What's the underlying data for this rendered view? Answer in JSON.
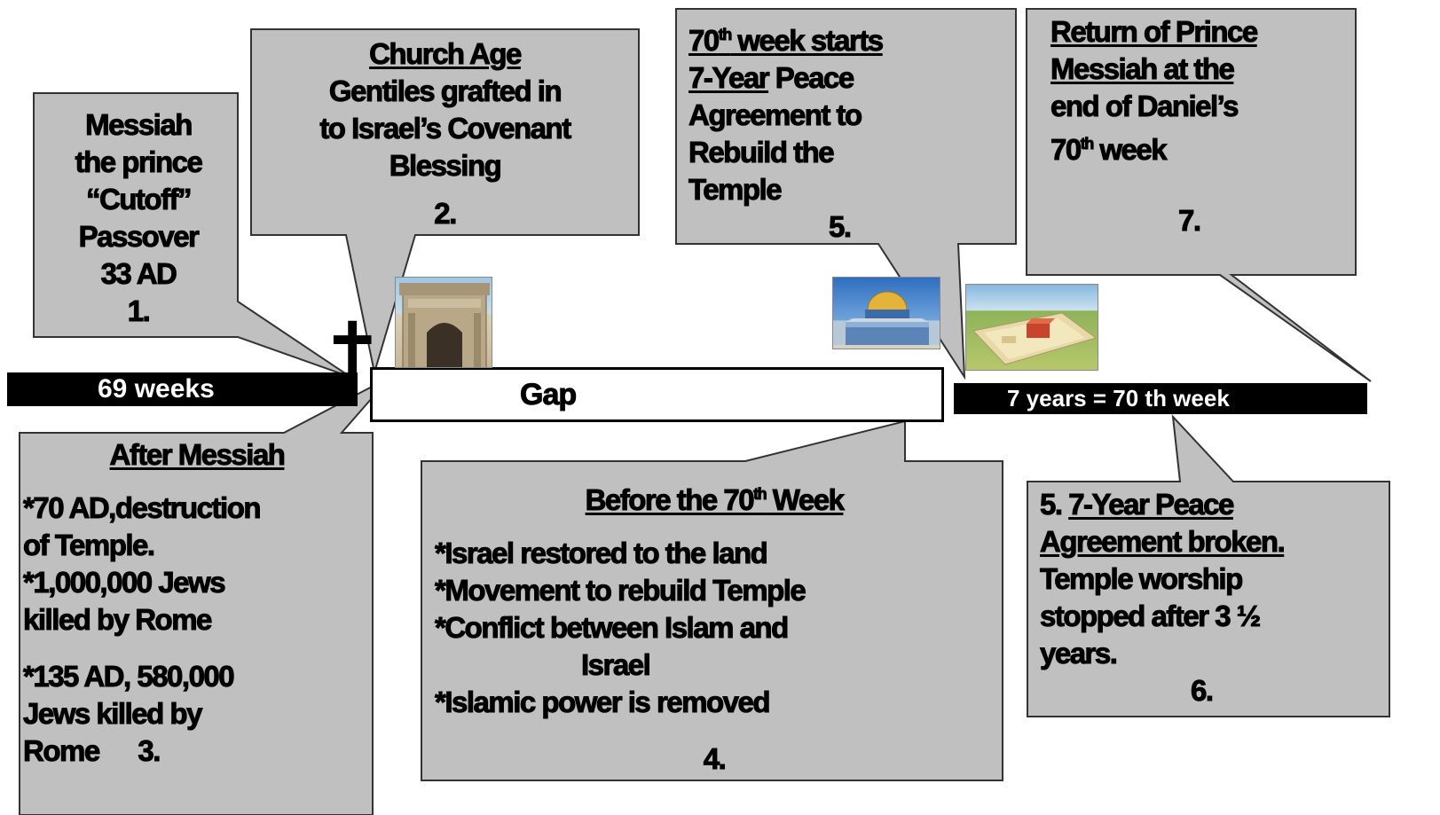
{
  "colors": {
    "callout_fill": "#c0c0c0",
    "callout_border": "#333333",
    "timeline_bar": "#000000",
    "timeline_text": "#ffffff",
    "gap_fill": "#ffffff"
  },
  "timeline": {
    "weeks69_label": "69 weeks",
    "gap_label": "Gap",
    "week70_label": "7 years =  70 th  week"
  },
  "icons": {
    "cross": "cross-icon",
    "arch": "arch-of-titus-image",
    "dome": "dome-of-the-rock-image",
    "temple": "temple-model-image"
  },
  "callouts": {
    "c1": {
      "lines": [
        "Messiah",
        "the prince",
        "“Cutoff”",
        "Passover",
        "33 AD"
      ],
      "number": "1."
    },
    "c2": {
      "title": "Church Age",
      "lines": [
        "Gentiles grafted in",
        "to Israel’s Covenant",
        "Blessing"
      ],
      "number": "2."
    },
    "c3": {
      "title": "After Messiah",
      "lines": [
        "*70 AD,destruction",
        "of Temple.",
        "*1,000,000 Jews",
        "killed by Rome",
        "*135 AD, 580,000",
        "Jews killed by"
      ],
      "last_line": "Rome",
      "number": "3."
    },
    "c4": {
      "title_pre": "Before the 70",
      "title_sup": "th",
      "title_post": " Week",
      "lines": [
        "*Israel restored to the land",
        "*Movement to rebuild Temple",
        "*Conflict between Islam and"
      ],
      "indent_line": "Israel",
      "last_line": "*Islamic power is removed",
      "number": "4."
    },
    "c5": {
      "title_pre": "70",
      "title_sup": "th",
      "title_post": " week starts",
      "underlined_lead": "7-Year",
      "line2_rest": " Peace",
      "lines": [
        "Agreement to",
        "Rebuild the",
        "Temple"
      ],
      "number": "5."
    },
    "c6": {
      "lead": "5.",
      "underlined_lines": [
        "7-Year Peace",
        "Agreement broken."
      ],
      "lines": [
        "Temple worship",
        "stopped after 3 ½",
        "years."
      ],
      "number": "6."
    },
    "c7": {
      "underlined_lines": [
        "Return of Prince",
        "Messiah at the",
        "end of Daniel’s"
      ],
      "last_pre": "70",
      "last_sup": "th",
      "last_post": " week",
      "number": "7."
    }
  }
}
